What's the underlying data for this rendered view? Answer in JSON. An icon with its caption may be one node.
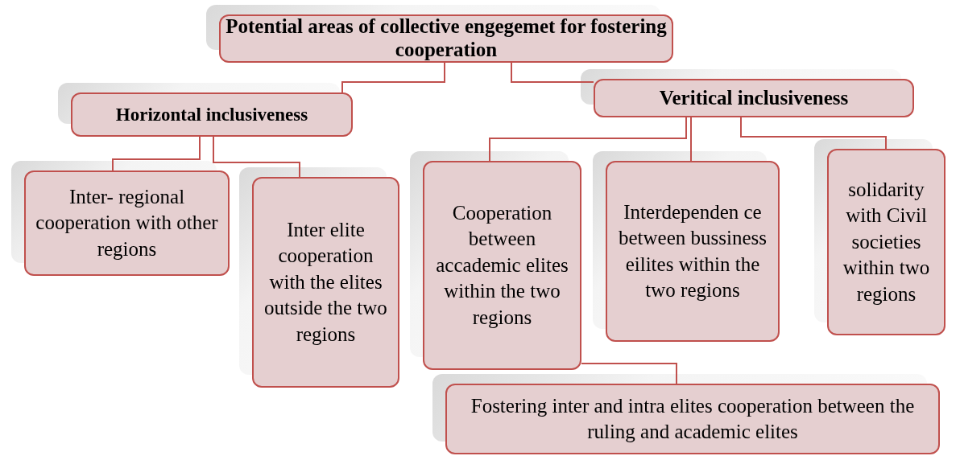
{
  "diagram": {
    "nodes": [
      {
        "text": [
          "Potential areas  of  collective engegemet for fostering cooperation"
        ]
      },
      {
        "text": [
          "Horizontal inclusiveness"
        ]
      },
      {
        "text": [
          "Veritical inclusiveness"
        ]
      },
      {
        "text": [
          "Inter- regional cooperation with other regions"
        ]
      },
      {
        "text": [
          "Inter elite cooperation with the elites outside the two regions"
        ]
      },
      {
        "text": [
          "Cooperation between accademic elites within the two regions"
        ]
      },
      {
        "text": [
          "Interdependen ce between bussiness eilites within the two regions"
        ]
      },
      {
        "text": [
          "solidarity with Civil societies within two regions"
        ]
      },
      {
        "text": [
          "Fostering inter and intra elites cooperation between the ruling and academic elites"
        ]
      }
    ],
    "edges": [
      {
        "from": 0,
        "to": 1,
        "arrow": "none"
      },
      {
        "from": 0,
        "to": 2,
        "arrow": "none"
      },
      {
        "from": 1,
        "to": 3,
        "arrow": "none"
      },
      {
        "from": 1,
        "to": 4,
        "arrow": "none"
      },
      {
        "from": 2,
        "to": 5,
        "arrow": "none"
      },
      {
        "from": 2,
        "to": 6,
        "arrow": "none"
      },
      {
        "from": 2,
        "to": 7,
        "arrow": "none"
      },
      {
        "from": 5,
        "to": 8,
        "arrow": "none"
      }
    ]
  }
}
